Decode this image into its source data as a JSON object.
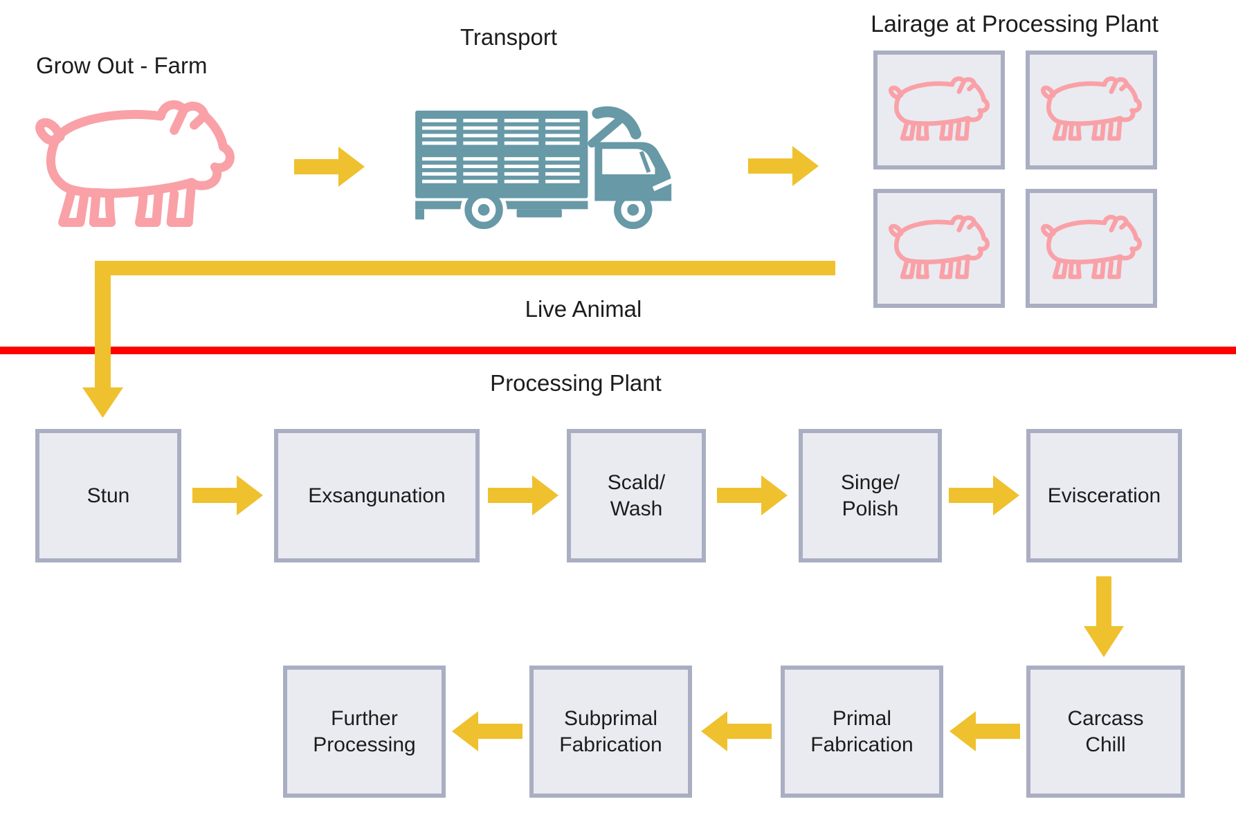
{
  "title": "Pork processing flow diagram",
  "stages": {
    "farm": {
      "label": "Grow Out - Farm"
    },
    "transport": {
      "label": "Transport"
    },
    "lairage": {
      "label": "Lairage at Processing Plant",
      "pen_count": 4
    }
  },
  "flow_labels": {
    "live_animal": "Live Animal",
    "processing_plant": "Processing Plant"
  },
  "process_steps": {
    "stun": "Stun",
    "exsangunation": "Exsangunation",
    "scald_wash": "Scald/\nWash",
    "singe_polish": "Singe/\nPolish",
    "evisceration": "Evisceration",
    "carcass_chill": "Carcass\nChill",
    "primal_fabrication": "Primal\nFabrication",
    "subprimal_fabrication": "Subprimal\nFabrication",
    "further_processing": "Further\nProcessing"
  },
  "icons": {
    "pig": "pig-icon",
    "truck": "livestock-truck-icon",
    "arrow": "flow-arrow"
  },
  "colors": {
    "arrow_yellow": "#EFC12E",
    "separator_red": "#FF0000",
    "pig_pink": "#F9A1A7",
    "truck_teal": "#6799A7",
    "box_fill": "#E9EBF1",
    "box_border": "#A9AEC2",
    "text": "#1C1C1C"
  }
}
